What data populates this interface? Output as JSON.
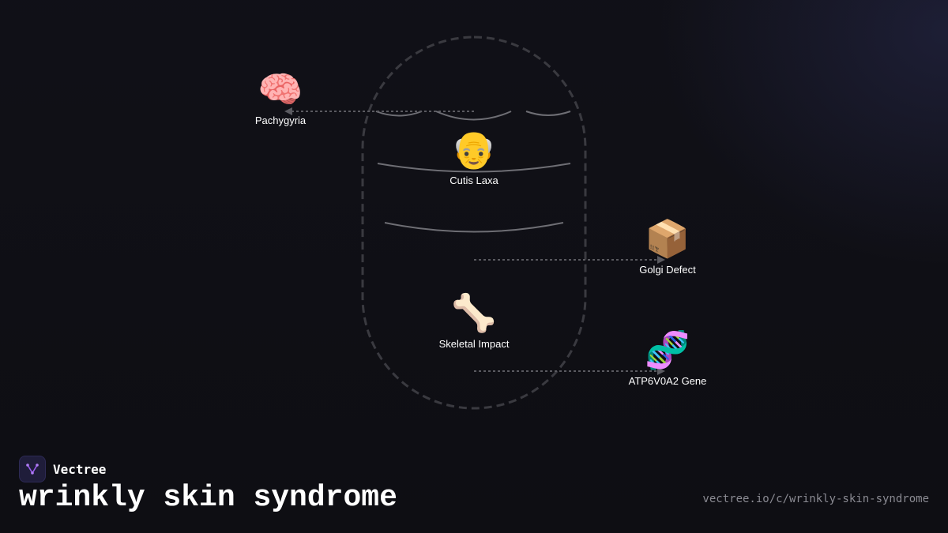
{
  "brand": {
    "name": "Vectree",
    "logo_icon": "vectree-logo-icon",
    "accent": "#9b5cf0"
  },
  "title": "wrinkly skin syndrome",
  "url": "vectree.io/c/wrinkly-skin-syndrome",
  "colors": {
    "background": "#0e0e13",
    "connector": "#5a5a60",
    "outline": "#3a3a40",
    "wrinkle": "#6e6e74"
  },
  "nodes": [
    {
      "id": "pachygyria",
      "label": "Pachygyria",
      "icon": "brain-icon",
      "emoji": "🧠"
    },
    {
      "id": "cutis-laxa",
      "label": "Cutis Laxa",
      "icon": "older-person-icon",
      "emoji": "👴"
    },
    {
      "id": "golgi-defect",
      "label": "Golgi Defect",
      "icon": "package-icon",
      "emoji": "📦"
    },
    {
      "id": "skeletal-impact",
      "label": "Skeletal Impact",
      "icon": "bone-icon",
      "emoji": "🦴"
    },
    {
      "id": "atp6v0a2-gene",
      "label": "ATP6V0A2 Gene",
      "icon": "dna-icon",
      "emoji": "🧬"
    }
  ]
}
